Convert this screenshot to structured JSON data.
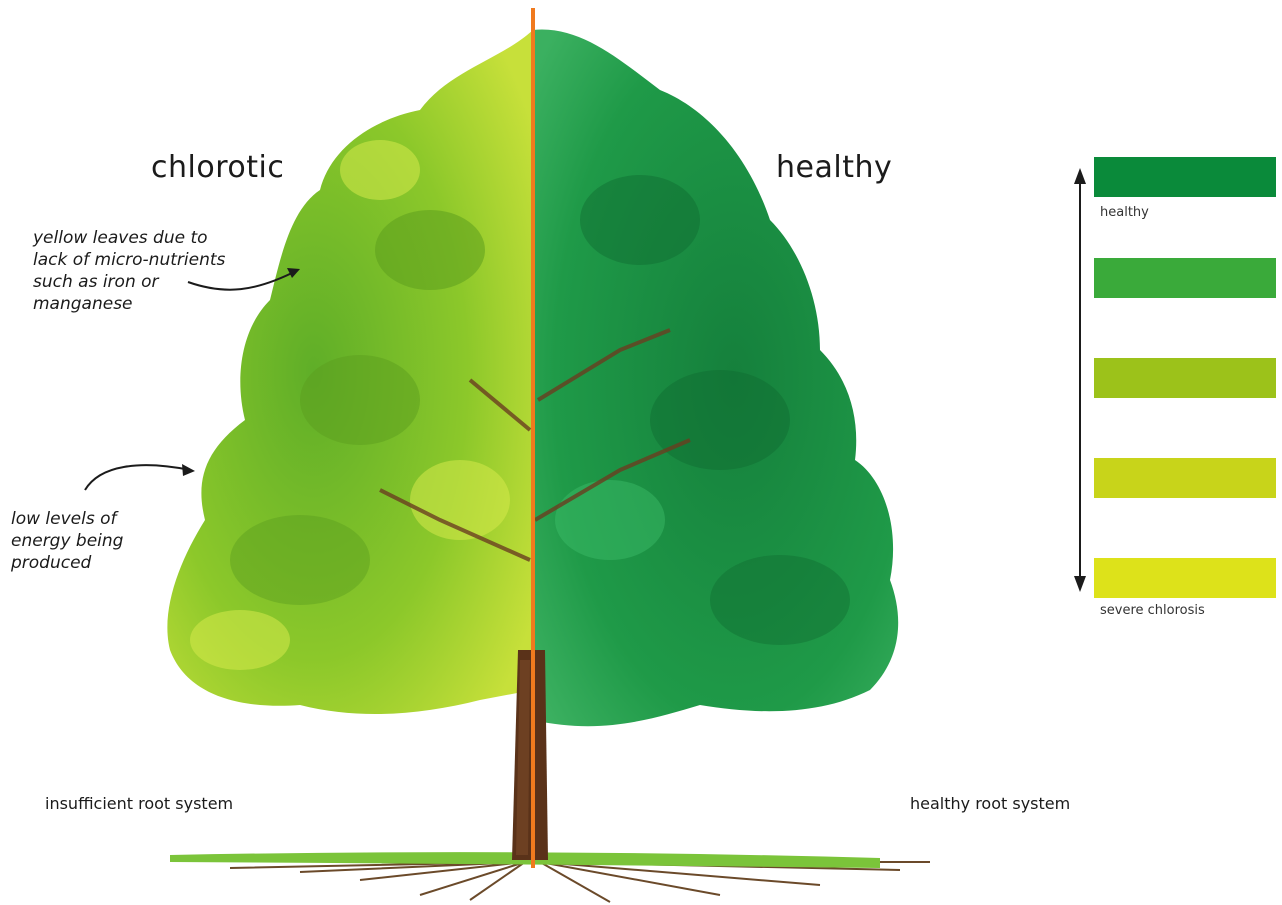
{
  "labels": {
    "chlorotic": "chlorotic",
    "healthy": "healthy",
    "yellow_note": [
      "yellow leaves due to",
      "lack of micro-nutrients",
      "such as iron or",
      "manganese"
    ],
    "energy_note": [
      "low levels of",
      "energy being",
      "produced"
    ],
    "insufficient_root": "insufficient root system",
    "healthy_root": "healthy root system"
  },
  "scale": {
    "top_label": "healthy",
    "bottom_label": "severe chlorosis",
    "swatches": [
      "#0a8a3a",
      "#3aaa3a",
      "#9cc21a",
      "#c8d41a",
      "#dde21a"
    ]
  },
  "colors": {
    "divider": "#f07a1e",
    "chlorotic_canopy": "#9fd22a",
    "healthy_canopy": "#1f9a48",
    "trunk": "#5a3219",
    "grass": "#7bc43a"
  }
}
